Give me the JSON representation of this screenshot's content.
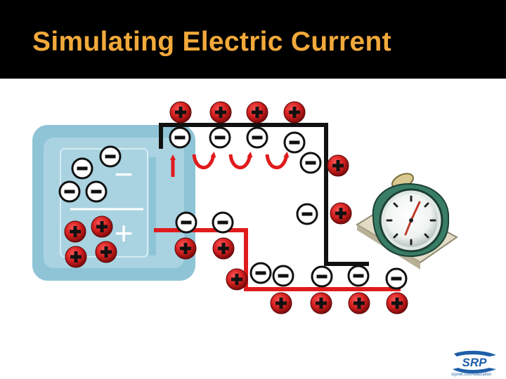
{
  "title": "Simulating Electric Current",
  "logo": {
    "text": "SRP",
    "url": "srpnet.com/education"
  },
  "battery": {
    "positive_symbol": "+",
    "negative_symbol": "−"
  },
  "icons": {
    "proton": "plus-charge-icon",
    "electron": "minus-charge-icon",
    "arrow": "curved-arrow-icon",
    "clock": "alarm-clock-icon"
  },
  "colors": {
    "title_text": "#f2a93b",
    "title_background": "#000000",
    "battery_frame": "#8fc4d6",
    "proton": "#d42020",
    "electron": "#111111",
    "negative_wire": "#111111",
    "positive_wire": "#e01b1b",
    "arrow": "#e01b1b",
    "logo": "#1f5fa8"
  }
}
